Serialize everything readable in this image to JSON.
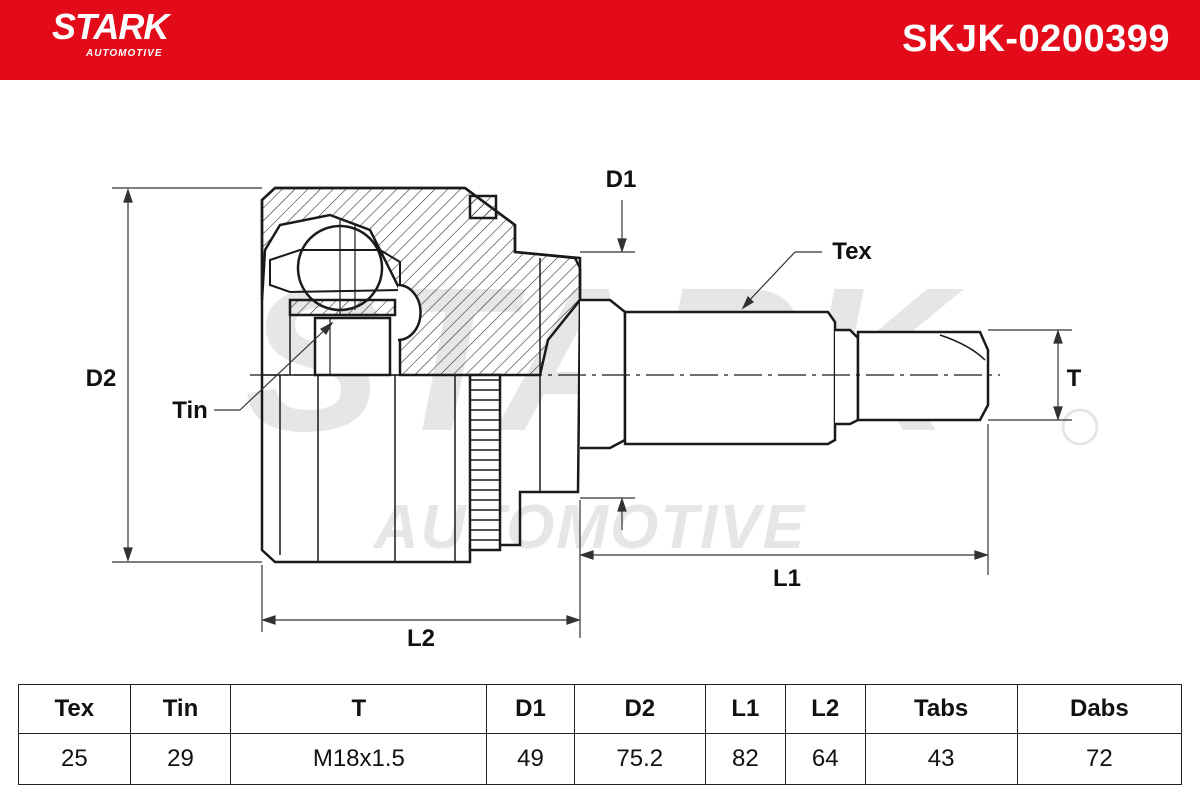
{
  "header": {
    "brand": "STARK",
    "brand_sub": "AUTOMOTIVE",
    "part_number": "SKJK-0200399",
    "background_color": "#e30a1a"
  },
  "drawing": {
    "watermark_main": "STARK",
    "watermark_sub": "AUTOMOTIVE",
    "labels": {
      "d1": "D1",
      "d2": "D2",
      "tex": "Tex",
      "tin": "Tin",
      "t": "T",
      "l1": "L1",
      "l2": "L2"
    }
  },
  "spec_table": {
    "headers": [
      "Tex",
      "Tin",
      "T",
      "D1",
      "D2",
      "L1",
      "L2",
      "Tabs",
      "Dabs"
    ],
    "values": [
      "25",
      "29",
      "M18x1.5",
      "49",
      "75.2",
      "82",
      "64",
      "43",
      "72"
    ]
  }
}
